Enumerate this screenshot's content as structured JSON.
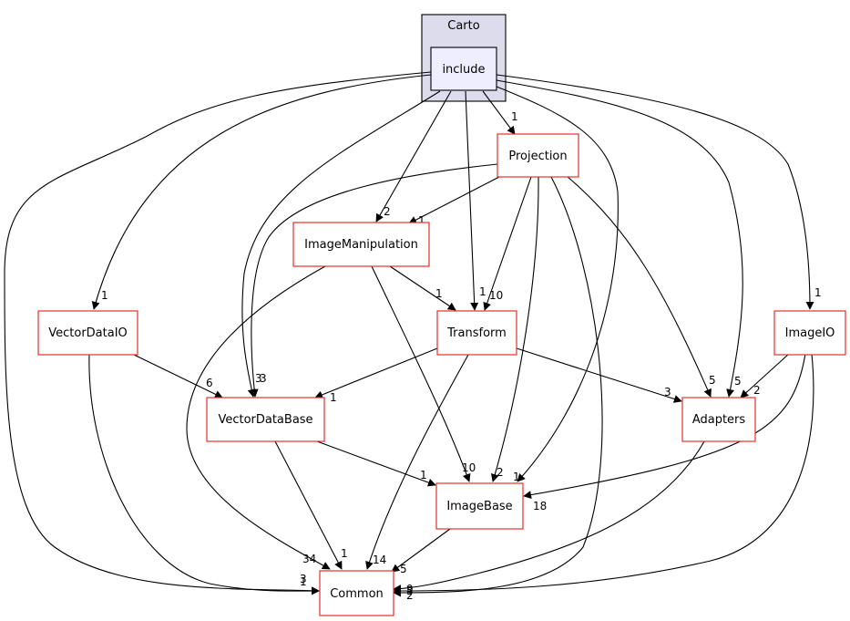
{
  "colors": {
    "cluster_fill": "#dcdcec",
    "cluster_stroke": "#000000",
    "include_fill": "#eeeeff",
    "include_stroke": "#000000",
    "node_stroke": "#e8302a",
    "edge": "#000000"
  },
  "cluster": {
    "label": "Carto"
  },
  "nodes": {
    "include": "include",
    "projection": "Projection",
    "image_manipulation": "ImageManipulation",
    "transform": "Transform",
    "vector_data_io": "VectorDataIO",
    "image_io": "ImageIO",
    "vector_data_base": "VectorDataBase",
    "adapters": "Adapters",
    "image_base": "ImageBase",
    "common": "Common"
  },
  "edge_labels": {
    "include_projection": "1",
    "include_image_manipulation": "2",
    "include_transform": "1",
    "include_vector_data_io": "1",
    "include_image_io": "1",
    "include_vector_data_base": "3",
    "include_adapters": "5",
    "include_image_base": "1",
    "include_common": "1",
    "projection_image_manipulation": "1",
    "projection_transform": "10",
    "projection_vector_data_base": "3",
    "projection_adapters": "5",
    "projection_image_base": "2",
    "projection_common": "5",
    "image_manipulation_transform": "1",
    "image_manipulation_image_base": "10",
    "image_manipulation_common": "34",
    "transform_vector_data_base": "1",
    "transform_adapters": "3",
    "transform_common": "14",
    "vector_data_io_vector_data_base": "6",
    "vector_data_io_common": "3",
    "vector_data_base_image_base": "1",
    "vector_data_base_common": "1",
    "image_io_adapters": "2",
    "image_io_image_base": "18",
    "image_io_common": "2",
    "image_base_common": "5",
    "adapters_common": "9"
  }
}
